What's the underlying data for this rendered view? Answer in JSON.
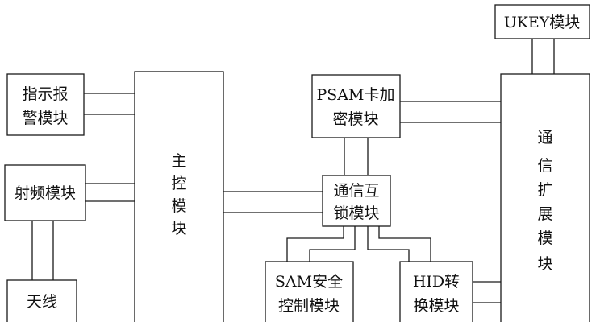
{
  "diagram": {
    "modules": {
      "ukey": {
        "label": "UKEY模块"
      },
      "alarm": {
        "line1": "指示报",
        "line2": "警模块"
      },
      "rf": {
        "label": "射频模块"
      },
      "antenna": {
        "label": "天线"
      },
      "main": {
        "chars": [
          "主",
          "控",
          "模",
          "块"
        ]
      },
      "psam": {
        "line1": "PSAM卡加",
        "line2": "密模块"
      },
      "interlock": {
        "line1": "通信互",
        "line2": "锁模块"
      },
      "sam": {
        "line1": "SAM安全",
        "line2": "控制模块"
      },
      "hid": {
        "line1": "HID转",
        "line2": "换模块"
      },
      "commext": {
        "chars": [
          "通",
          "信",
          "扩",
          "展",
          "模",
          "块"
        ]
      }
    }
  }
}
